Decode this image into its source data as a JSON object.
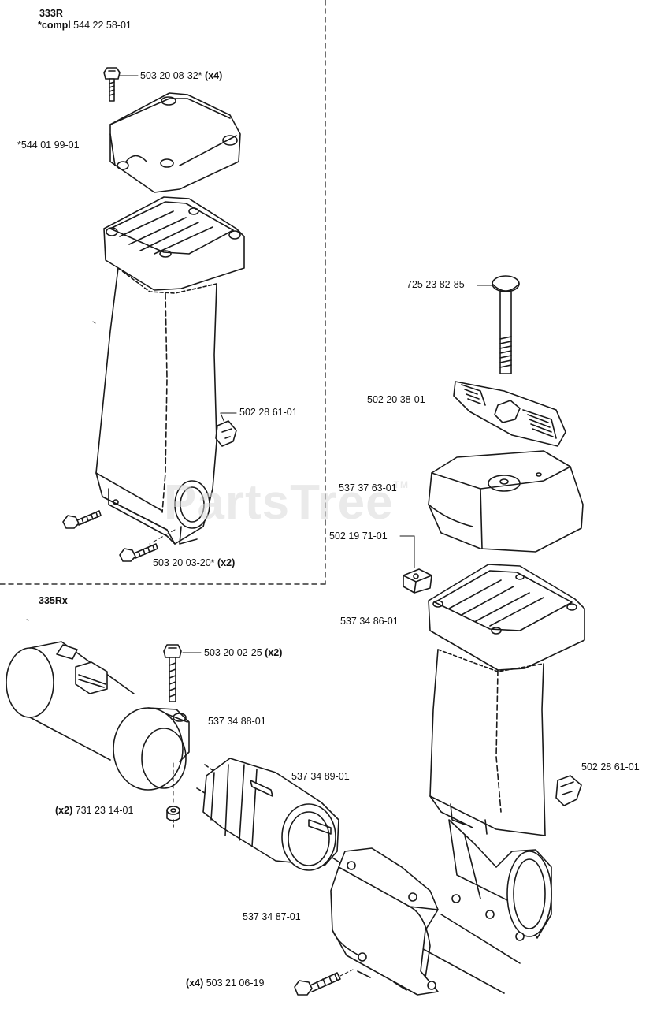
{
  "sections": {
    "s333r": {
      "title": "333R",
      "compl_prefix": "*compl",
      "compl_number": "544 22 58-01"
    },
    "s335rx": {
      "title": "335Rx"
    }
  },
  "watermark": {
    "text": "PartsTree",
    "tm": "TM"
  },
  "labels": {
    "l1": {
      "part": "503 20 08-32*",
      "qty": "(x4)"
    },
    "l2": {
      "part": "*544 01 99-01"
    },
    "l3": {
      "part": "502 28 61-01"
    },
    "l4": {
      "part": "503 20 03-20*",
      "qty": "(x2)"
    },
    "l5": {
      "part": "725 23 82-85"
    },
    "l6": {
      "part": "502 20 38-01"
    },
    "l7": {
      "part": "537 37 63-01"
    },
    "l8": {
      "part": "502 19 71-01"
    },
    "l9": {
      "part": "537 34 86-01"
    },
    "l10": {
      "part": "503 20 02-25",
      "qty": "(x2)"
    },
    "l11": {
      "part": "537 34 88-01"
    },
    "l12": {
      "part": "537 34 89-01"
    },
    "l13": {
      "part": "731 23 14-01",
      "qty": "(x2)"
    },
    "l14": {
      "part": "502 28 61-01"
    },
    "l15": {
      "part": "537 34 87-01"
    },
    "l16": {
      "part": "503 21 06-19",
      "qty": "(x4)"
    }
  },
  "colors": {
    "line": "#1a1a1a",
    "dash": "#333333",
    "watermark": "#d9d9d9"
  }
}
